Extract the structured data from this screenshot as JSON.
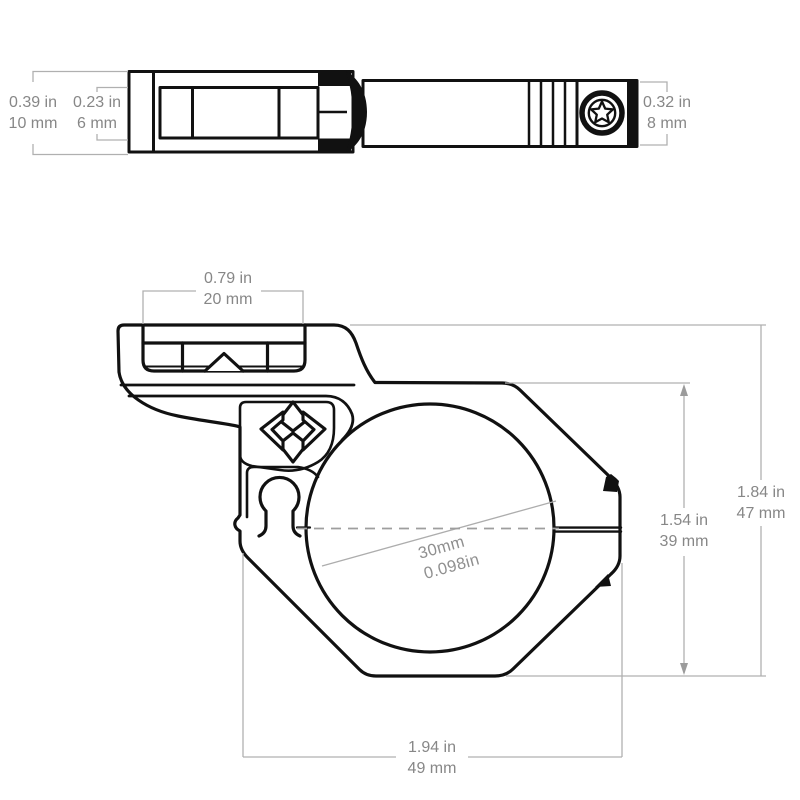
{
  "figure": {
    "title": "scope-ring-dimension-diagram",
    "background": "#ffffff",
    "drawing_color": "#111111",
    "dim_line_color": "#b0b0b0",
    "dim_text_color": "#878787"
  },
  "icons": {
    "logo": "vortex-star-logo",
    "screw": "torx-screw-icon"
  },
  "dims": {
    "rail_height": {
      "line1": "0.39 in",
      "line2": "10 mm"
    },
    "slot_height": {
      "line1": "0.23 in",
      "line2": "6 mm"
    },
    "tube_height": {
      "line1": "0.32 in",
      "line2": "8 mm"
    },
    "rail_width": {
      "line1": "0.79 in",
      "line2": "20 mm"
    },
    "ring_height": {
      "line1": "1.54 in",
      "line2": "39 mm"
    },
    "overall_height": {
      "line1": "1.84 in",
      "line2": "47 mm"
    },
    "overall_width": {
      "line1": "1.94 in",
      "line2": "49 mm"
    },
    "bore_diameter": {
      "line1": "30mm",
      "line2": "0.098in"
    }
  }
}
